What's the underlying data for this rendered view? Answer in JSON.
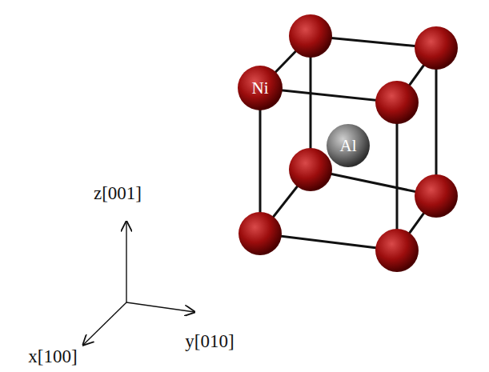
{
  "diagram": {
    "nodes": [
      {
        "text": [
          "Ni"
        ]
      },
      {
        "text": [
          "Al"
        ]
      }
    ],
    "labels": [
      "z[001]",
      "x[100]",
      "y[010]"
    ]
  }
}
